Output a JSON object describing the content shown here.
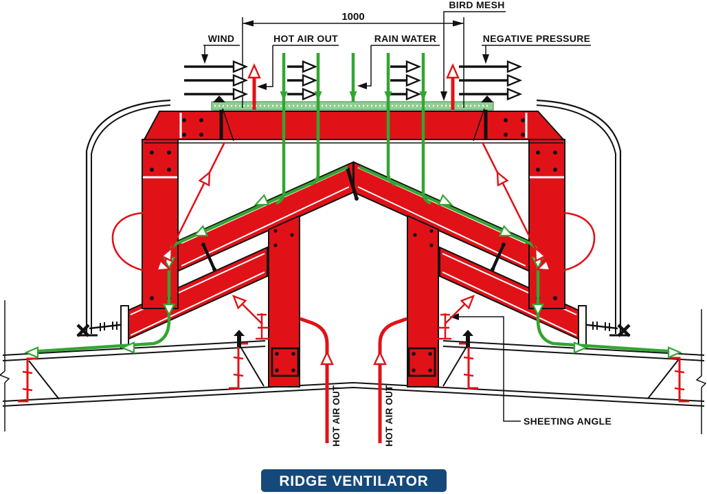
{
  "diagram": {
    "title": "RIDGE VENTILATOR",
    "dimension_label": "1000",
    "callouts": {
      "wind": "WIND",
      "hot_air_out": "HOT AIR OUT",
      "rain_water": "RAIN WATER",
      "negative_pressure": "NEGATIVE PRESSURE",
      "bird_mesh": "BIRD MESH",
      "sheeting_angle": "SHEETING ANGLE",
      "hot_air_out_duct_left": "HOT AIR OUT",
      "hot_air_out_duct_right": "HOT AIR OUT"
    },
    "colors": {
      "structure_red": "#E01218",
      "flow_green": "#33A532",
      "mesh_green": "#90CE92",
      "drawing_black": "#111111",
      "title_bg_navy": "#15497B",
      "title_text": "#FFFFFF",
      "background": "#FFFFFF"
    }
  }
}
